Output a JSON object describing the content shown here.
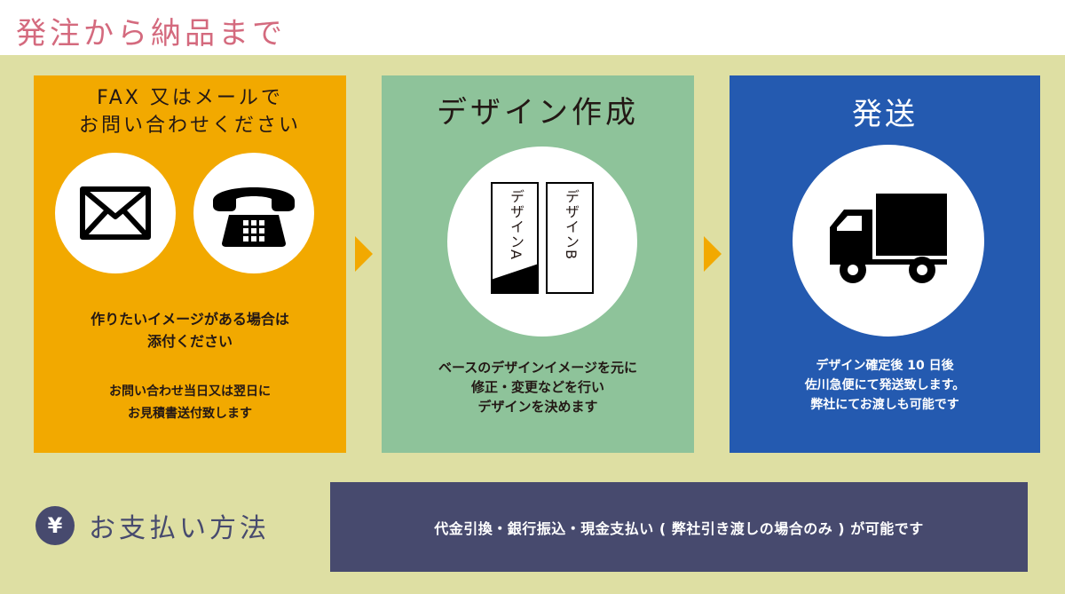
{
  "page": {
    "title": "発注から納品まで"
  },
  "steps": [
    {
      "title_line1": "FAX 又はメールで",
      "title_line2": "お問い合わせください",
      "icons": [
        "envelope-icon",
        "telephone-icon"
      ],
      "text1_line1": "作りたいイメージがある場合は",
      "text1_line2": "添付ください",
      "text2_line1": "お問い合わせ当日又は翌日に",
      "text2_line2": "お見積書送付致します",
      "color": "#f2a900"
    },
    {
      "title": "デザイン作成",
      "design_a": "デザインA",
      "design_b": "デザインB",
      "text_line1": "ベースのデザインイメージを元に",
      "text_line2": "修正・変更などを行い",
      "text_line3": "デザインを決めます",
      "color": "#8ec39a"
    },
    {
      "title": "発送",
      "icon": "delivery-truck-icon",
      "text_line1": "デザイン確定後 10 日後",
      "text_line2": "佐川急便にて発送致します。",
      "text_line3": "弊社にてお渡しも可能です",
      "color": "#245ab0"
    }
  ],
  "payment": {
    "badge": "¥",
    "label": "お支払い方法",
    "text": "代金引換・銀行振込・現金支払い ( 弊社引き渡しの場合のみ ) が可能です",
    "color": "#474a6e"
  },
  "colors": {
    "background_band": "#dedfa3",
    "title": "#d46a7e",
    "arrow": "#f2a900"
  }
}
